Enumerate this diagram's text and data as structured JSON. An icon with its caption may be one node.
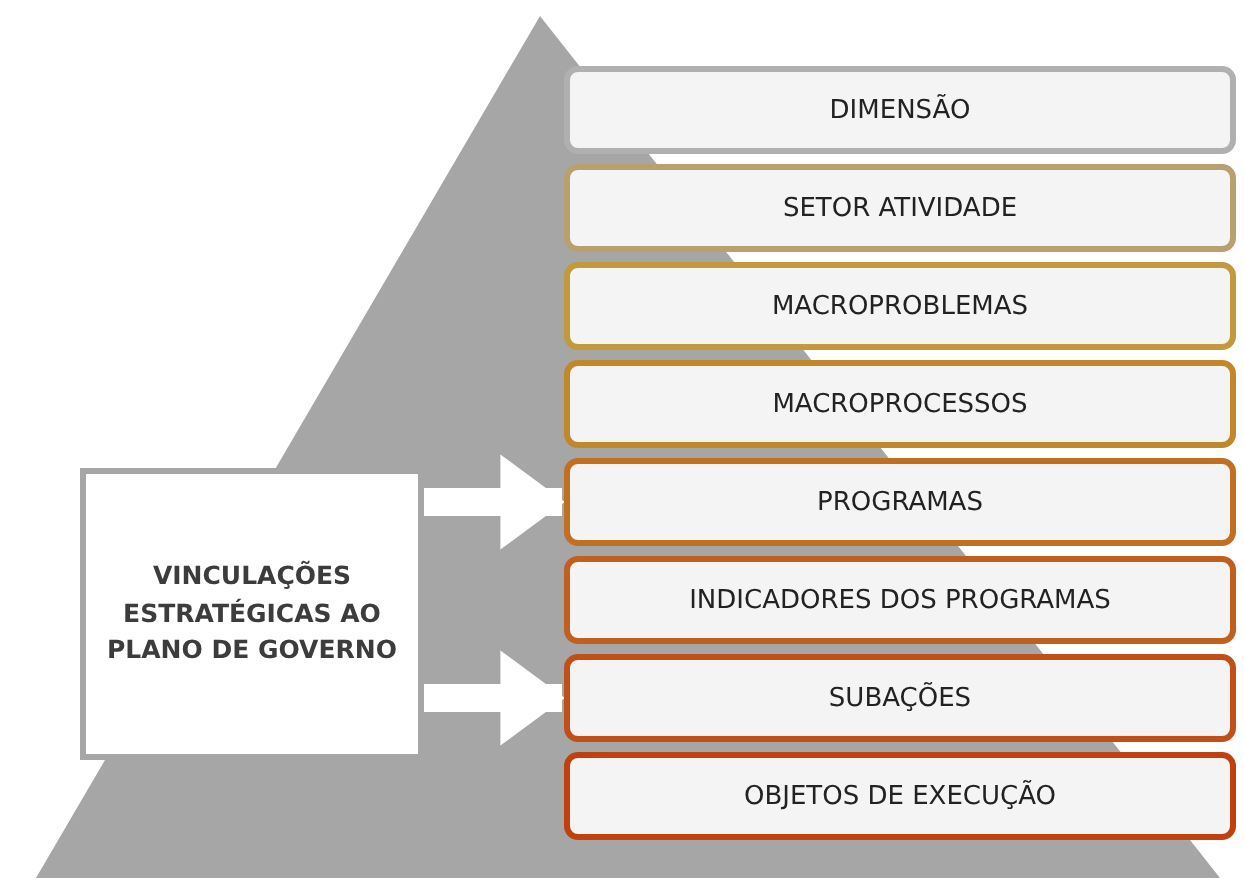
{
  "diagram": {
    "nodes": [
      {
        "text": [
          "DIMENSÃO"
        ]
      },
      {
        "text": [
          "SETOR ATIVIDADE"
        ]
      },
      {
        "text": [
          "MACROPROBLEMAS"
        ]
      },
      {
        "text": [
          "MACROPROCESSOS"
        ]
      },
      {
        "text": [
          "PROGRAMAS"
        ]
      },
      {
        "text": [
          "INDICADORES DOS PROGRAMAS"
        ]
      },
      {
        "text": [
          "SUBAÇÕES"
        ]
      },
      {
        "text": [
          "OBJETOS DE EXECUÇÃO"
        ]
      },
      {
        "text": [
          "VINCULAÇÕES ESTRATÉGICAS AO PLANO DE GOVERNO"
        ]
      }
    ],
    "edges": [
      {
        "from": 8,
        "to": 4,
        "arrow": "to"
      },
      {
        "from": 8,
        "to": 6,
        "arrow": "to"
      }
    ]
  }
}
